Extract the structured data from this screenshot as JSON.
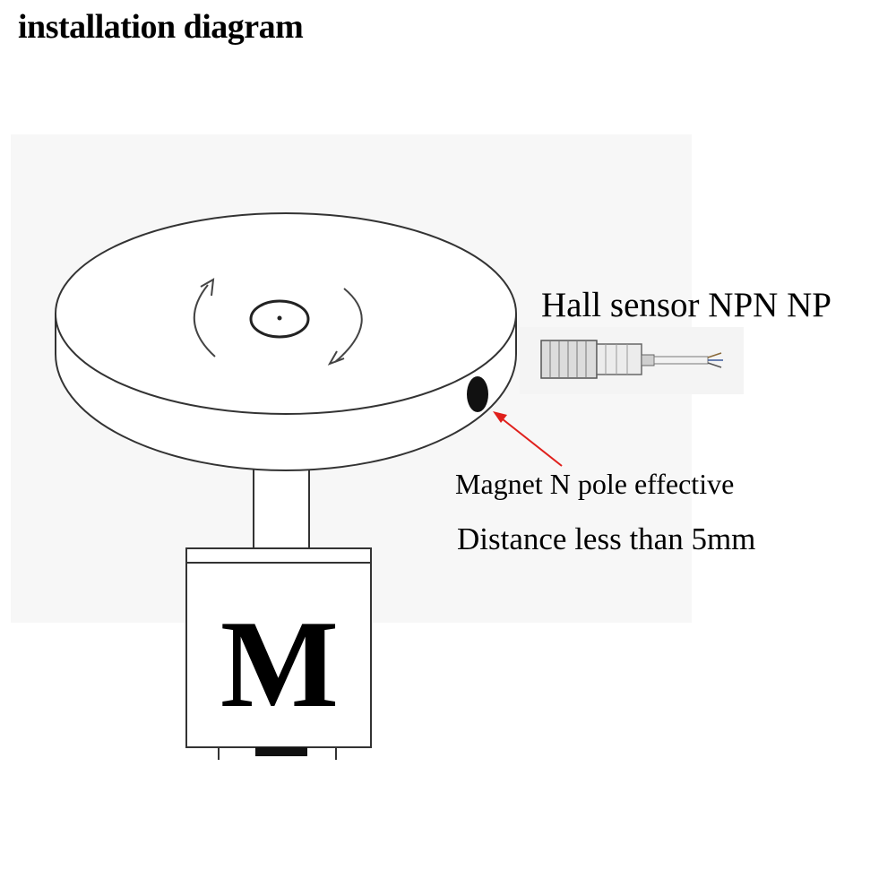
{
  "title": "installation diagram",
  "labels": {
    "sensor": "Hall sensor NPN NP",
    "magnet": "Magnet N pole effective",
    "distance": "Distance less than 5mm",
    "motor": "M"
  },
  "colors": {
    "arrow": "#e0201c",
    "line": "#333333",
    "background_panel": "#f6f6f6"
  }
}
